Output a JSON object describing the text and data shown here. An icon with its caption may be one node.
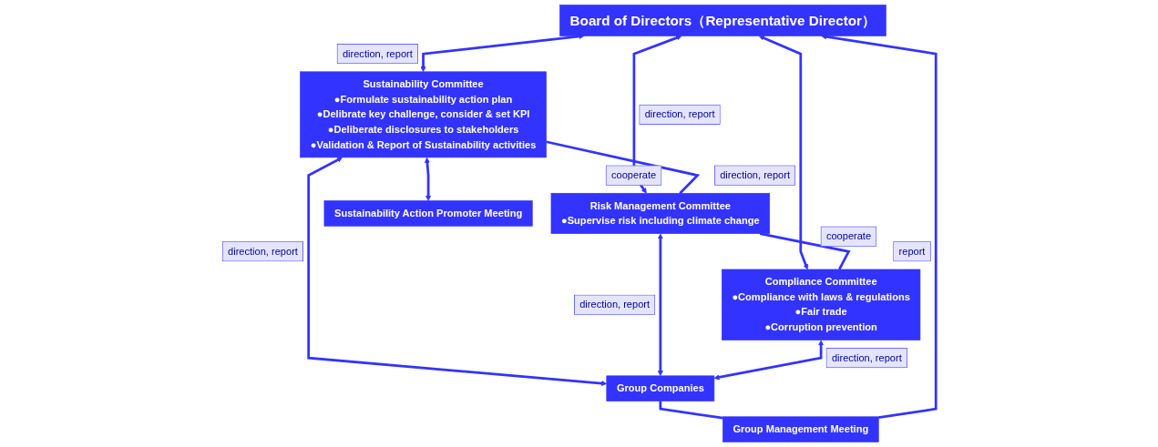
{
  "diagram": {
    "nodes": [
      {
        "text": [
          "Board of Directors（Representative Director）"
        ]
      },
      {
        "text": [
          "Sustainability Committee",
          "●Formulate sustainability action plan",
          "●Delibrate key challenge, consider & set KPI",
          "●Deliberate disclosures to stakeholders",
          "●Validation & Report of Sustainability activities"
        ]
      },
      {
        "text": [
          "Risk Management Committee",
          "●Supervise risk including climate change"
        ]
      },
      {
        "text": [
          "Compliance Committee",
          "●Compliance with laws & regulations",
          "●Fair trade",
          "●Corruption prevention"
        ]
      },
      {
        "text": [
          "Sustainability Action Promoter Meeting"
        ]
      },
      {
        "text": [
          "Group Companies"
        ]
      },
      {
        "text": [
          "Group Management Meeting"
        ]
      }
    ],
    "edges": [
      {
        "from": 0,
        "to": 1,
        "arrow": "both",
        "label": "direction, report"
      },
      {
        "from": 0,
        "to": 2,
        "arrow": "both",
        "label": "direction, report"
      },
      {
        "from": 0,
        "to": 3,
        "arrow": "both",
        "label": "direction, report"
      },
      {
        "from": 6,
        "to": 0,
        "arrow": "to",
        "label": "report"
      },
      {
        "from": 1,
        "to": 2,
        "arrow": "none",
        "label": "cooperate"
      },
      {
        "from": 2,
        "to": 3,
        "arrow": "none",
        "label": "cooperate"
      },
      {
        "from": 1,
        "to": 4,
        "arrow": "both"
      },
      {
        "from": 1,
        "to": 5,
        "arrow": "both",
        "label": "direction, report"
      },
      {
        "from": 2,
        "to": 5,
        "arrow": "both",
        "label": "direction, report"
      },
      {
        "from": 3,
        "to": 5,
        "arrow": "both",
        "label": "direction, report"
      },
      {
        "from": 5,
        "to": 6,
        "arrow": "none"
      }
    ]
  }
}
